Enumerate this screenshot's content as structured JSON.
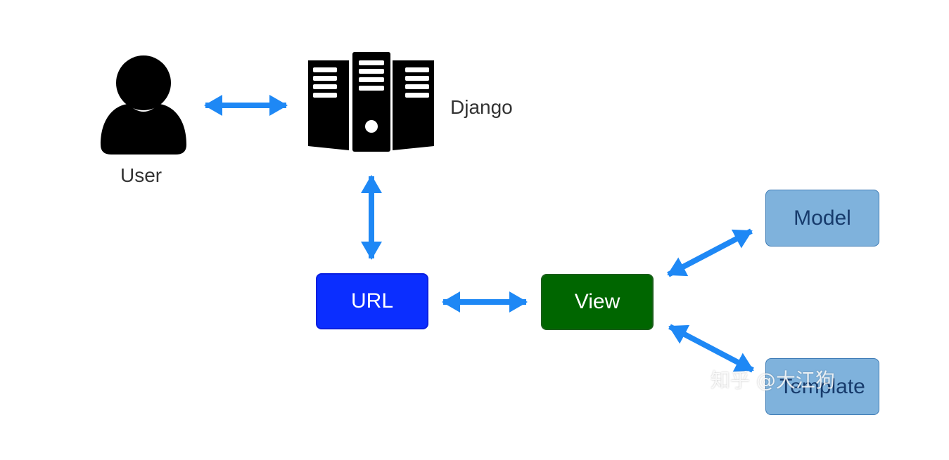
{
  "nodes": {
    "user": {
      "label": "User"
    },
    "django": {
      "label": "Django"
    },
    "url": {
      "label": "URL"
    },
    "view": {
      "label": "View"
    },
    "model": {
      "label": "Model"
    },
    "template": {
      "label": "Template"
    }
  },
  "watermark": "知乎 @大江狗",
  "colors": {
    "arrow": "#1e88f5",
    "url_fill": "#0b2eff",
    "view_fill": "#006600",
    "side_fill": "#7fb2dc",
    "icon": "#000000"
  },
  "icons": {
    "user": "user-icon",
    "django": "server-rack-icon"
  }
}
